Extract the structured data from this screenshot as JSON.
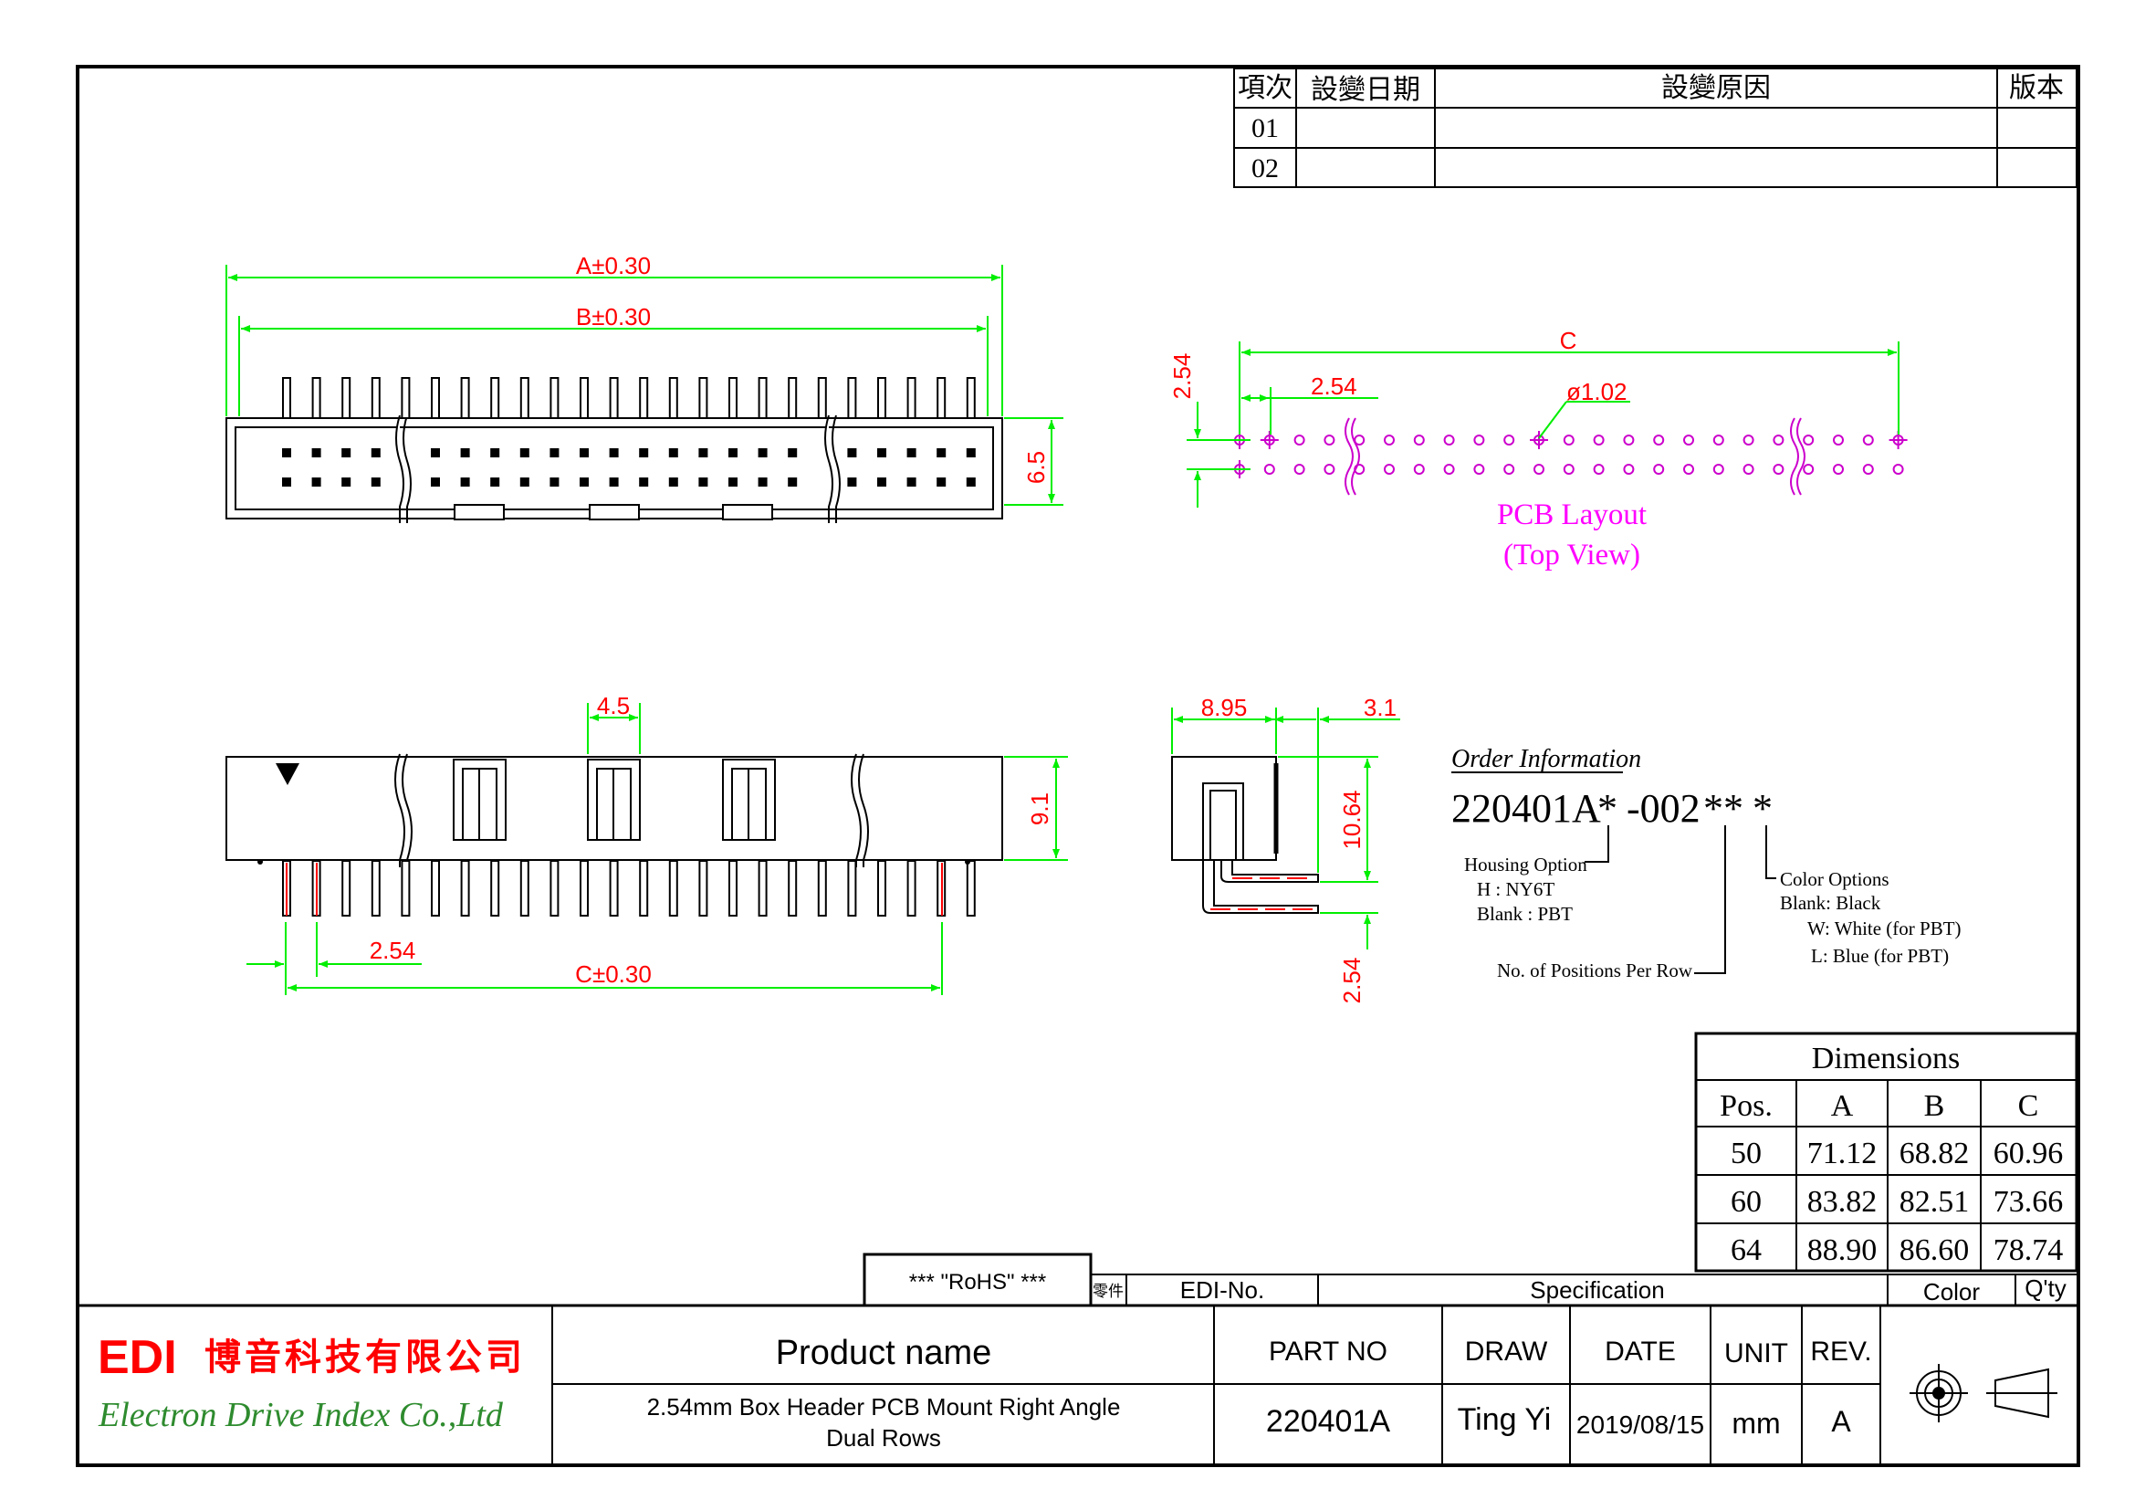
{
  "revision_table": {
    "headers": [
      "項次",
      "設變日期",
      "設變原因",
      "版本"
    ],
    "rows": [
      [
        "01",
        "",
        "",
        ""
      ],
      [
        "02",
        "",
        "",
        ""
      ]
    ]
  },
  "front_view": {
    "dim_a": "A±0.30",
    "dim_b": "B±0.30",
    "dim_height": "6.5"
  },
  "pcb_layout": {
    "dim_c": "C",
    "dim_pitch_h": "2.54",
    "dim_pitch_v": "2.54",
    "dim_hole": "ø1.02",
    "title_line1": "PCB Layout",
    "title_line2": "(Top View)"
  },
  "bottom_view": {
    "dim_latch": "4.5",
    "dim_height": "9.1",
    "dim_pitch": "2.54",
    "dim_c": "C±0.30"
  },
  "side_view": {
    "dim_depth": "8.95",
    "dim_tail": "3.1",
    "dim_height": "10.64",
    "dim_pitch": "2.54"
  },
  "order_info": {
    "heading": "Order Information",
    "code_base": "220401A",
    "code_star1": "*",
    "code_mid": "-002",
    "code_star2": "**",
    "code_star3": "*",
    "housing_title": "Housing Option",
    "housing_h": "H : NY6T",
    "housing_blank": "Blank : PBT",
    "positions": "No. of  Positions Per Row",
    "color_title": "Color Options",
    "color_blank": "Blank: Black",
    "color_w": "W: White (for PBT)",
    "color_l": "L: Blue (for PBT)"
  },
  "dimensions_table": {
    "title": "Dimensions",
    "headers": [
      "Pos.",
      "A",
      "B",
      "C"
    ],
    "rows": [
      [
        "50",
        "71.12",
        "68.82",
        "60.96"
      ],
      [
        "60",
        "83.82",
        "82.51",
        "73.66"
      ],
      [
        "64",
        "88.90",
        "86.60",
        "78.74"
      ]
    ]
  },
  "title_block": {
    "rohs": "*** \"RoHS\" ***",
    "part_tag": "零件",
    "edi_no": "EDI-No.",
    "specification": "Specification",
    "color": "Color",
    "qty": "Q'ty",
    "company_logo": "EDI",
    "company_cn": "博音科技有限公司",
    "company_en": "Electron Drive Index Co.,Ltd",
    "product_name_label": "Product name",
    "product_name_line1": "2.54mm Box Header PCB Mount Right Angle",
    "product_name_line2": "Dual Rows",
    "part_no_label": "PART  NO",
    "part_no": "220401A",
    "draw_label": "DRAW",
    "draw": "Ting Yi",
    "date_label": "DATE",
    "date": "2019/08/15",
    "unit_label": "UNIT",
    "unit": "mm",
    "rev_label": "REV.",
    "rev": "A"
  },
  "colors": {
    "dimension_line": "#00ee00",
    "dimension_text": "#ff0000",
    "pcb_holes": "#cc00cc",
    "pcb_title": "#ff00ff",
    "logo_red": "#ff0000",
    "company_green": "#2e8b2e"
  }
}
